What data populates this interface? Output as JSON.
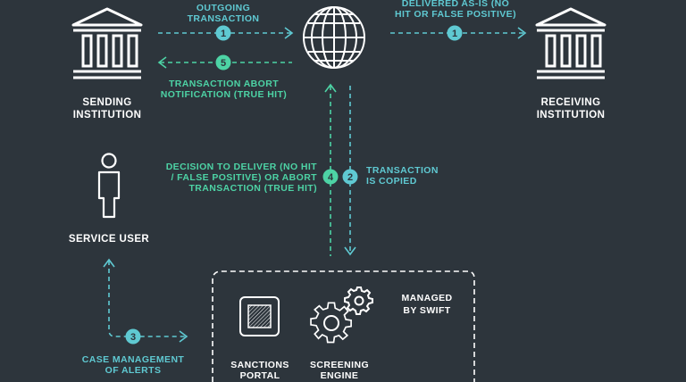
{
  "labels": {
    "outgoing": [
      "OUTGOING",
      "TRANSACTION"
    ],
    "delivered": [
      "DELIVERED AS-IS (NO",
      "HIT OR FALSE POSITIVE)"
    ],
    "abort_notification": [
      "TRANSACTION ABORT",
      "NOTIFICATION (TRUE HIT)"
    ],
    "sending": [
      "SENDING",
      "INSTITUTION"
    ],
    "receiving": [
      "RECEIVING",
      "INSTITUTION"
    ],
    "decision": [
      "DECISION TO DELIVER (NO  HIT",
      "/ FALSE POSITIVE) OR ABORT",
      "TRANSACTION (TRUE HIT)"
    ],
    "copied": [
      "TRANSACTION",
      "IS COPIED"
    ],
    "service_user": "SERVICE USER",
    "managed": [
      "MANAGED",
      "BY SWIFT"
    ],
    "case_mgmt": [
      "CASE MANAGEMENT",
      "OF ALERTS"
    ],
    "sanctions": [
      "SANCTIONS",
      "PORTAL"
    ],
    "screening": [
      "SCREENING",
      "ENGINE"
    ]
  },
  "steps": {
    "s1a": "1",
    "s1b": "1",
    "s5": "5",
    "s4": "4",
    "s2": "2",
    "s3": "3"
  },
  "colors": {
    "background": "#2d353c",
    "cyan": "#5fc9d2",
    "green": "#4dd3a5",
    "white": "#ffffff"
  },
  "icons": [
    "bank-icon",
    "globe-icon",
    "person-icon",
    "portal-icon",
    "gear-icon"
  ]
}
